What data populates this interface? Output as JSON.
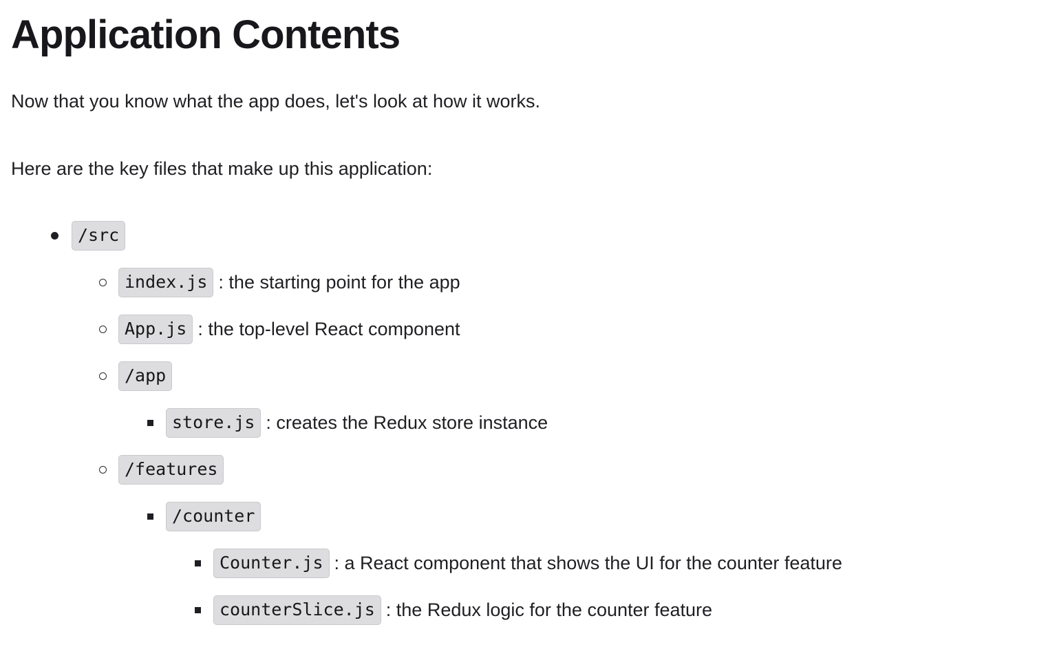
{
  "document": {
    "title": "Application Contents",
    "paragraphs": [
      "Now that you know what the app does, let's look at how it works.",
      "Here are the key files that make up this application:"
    ]
  },
  "tree": {
    "src": {
      "label": "/src",
      "desc": "",
      "children": {
        "index": {
          "label": "index.js",
          "desc": ": the starting point for the app"
        },
        "app_js": {
          "label": "App.js",
          "desc": ": the top-level React component"
        },
        "app_dir": {
          "label": "/app",
          "desc": "",
          "children": {
            "store": {
              "label": "store.js",
              "desc": ": creates the Redux store instance"
            }
          }
        },
        "features": {
          "label": "/features",
          "desc": "",
          "children": {
            "counter_dir": {
              "label": "/counter",
              "desc": "",
              "children": {
                "counter_js": {
                  "label": "Counter.js",
                  "desc": ": a React component that shows the UI for the counter feature"
                },
                "counter_slice": {
                  "label": "counterSlice.js",
                  "desc": ": the Redux logic for the counter feature"
                }
              }
            }
          }
        }
      }
    }
  },
  "style": {
    "chip_background": "#dddde0",
    "chip_border": "#c9c9cd",
    "text_color": "#1f1f23",
    "heading_color": "#18181c",
    "page_background": "#ffffff"
  }
}
